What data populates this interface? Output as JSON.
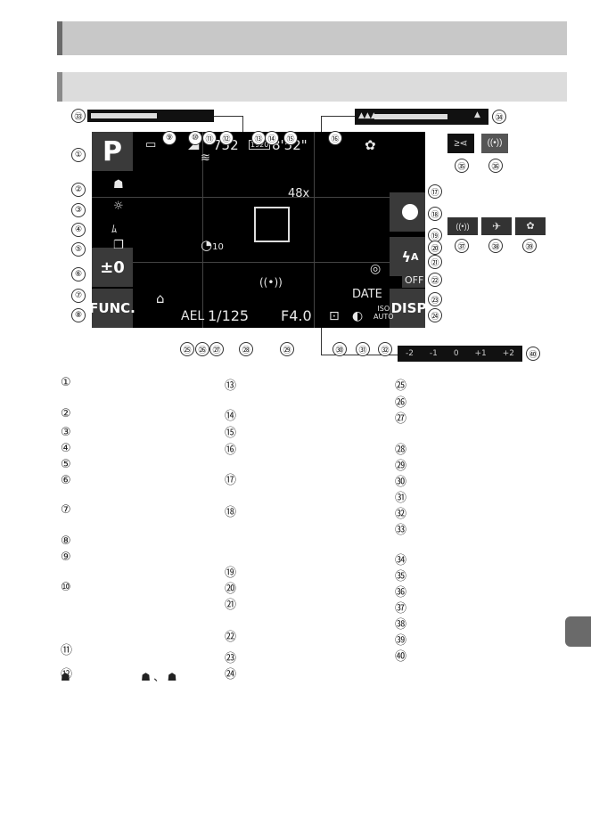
{
  "screen": {
    "mode": "P",
    "shots_remaining": "752",
    "movie_time": "8'52\"",
    "zoom_factor": "48x",
    "exposure_comp": "±0",
    "func_label": "FUNC.",
    "disp_label": "DISP.",
    "date_label": "DATE",
    "ael_label": "AEL",
    "shutter": "1/125",
    "aperture": "F4.0",
    "iso_label": "ISO",
    "iso_auto": "AUTO",
    "self_timer": "10",
    "flash_mode": "A",
    "off_label": "OFF",
    "resolution_label": "1920"
  },
  "zoom_bar": {
    "level": 0.55
  },
  "exposure_scale": [
    "-2",
    "-1",
    "0",
    "+1",
    "+2"
  ],
  "callouts": [
    "①",
    "②",
    "③",
    "④",
    "⑤",
    "⑥",
    "⑦",
    "⑧",
    "⑨",
    "⑩",
    "⑪",
    "⑫",
    "⑬",
    "⑭",
    "⑮",
    "⑯",
    "⑰",
    "⑱",
    "⑲",
    "⑳",
    "㉑",
    "㉒",
    "㉓",
    "㉔",
    "㉕",
    "㉖",
    "㉗",
    "㉘",
    "㉙",
    "㉚",
    "㉛",
    "㉜",
    "㉝",
    "㉞",
    "㉟",
    "㊱",
    "㊲",
    "㊳",
    "㊴",
    "㊵"
  ],
  "legend_col1": [
    "①",
    "②",
    "③",
    "④",
    "⑤",
    "⑥",
    "⑦",
    "⑧",
    "⑨",
    "⑩",
    "⑪",
    "⑫"
  ],
  "legend_col2": [
    "⑬",
    "⑭",
    "⑮",
    "⑯",
    "⑰",
    "⑱",
    "⑲",
    "⑳",
    "㉑",
    "㉒",
    "㉓",
    "㉔"
  ],
  "legend_col3": [
    "㉕",
    "㉖",
    "㉗",
    "㉘",
    "㉙",
    "㉚",
    "㉛",
    "㉜",
    "㉝",
    "㉞",
    "㉟",
    "㊱",
    "㊲",
    "㊳",
    "㊴",
    "㊵"
  ],
  "footnote_sep": "、"
}
